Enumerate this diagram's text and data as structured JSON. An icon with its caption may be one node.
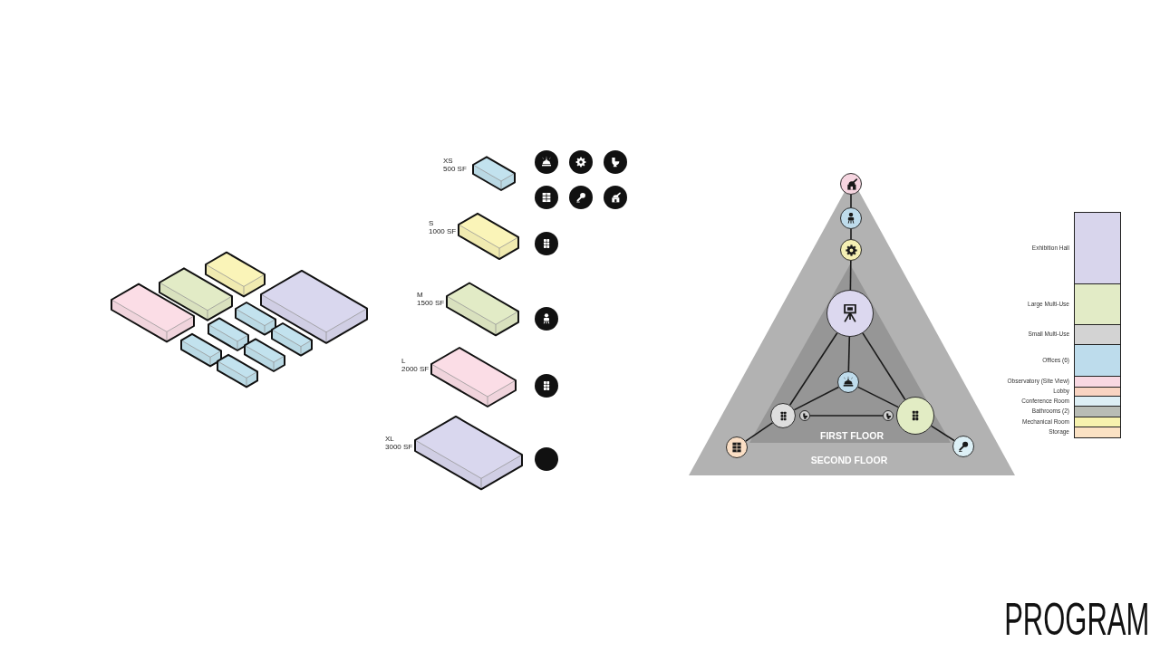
{
  "diagram": {
    "title": "PROGRAM",
    "nodes": [
      {
        "text": [
          "SECOND FLOOR"
        ]
      },
      {
        "text": [
          "FIRST FLOOR"
        ],
        "in": 0
      },
      {
        "text": [],
        "shape": "circle"
      },
      {
        "text": [],
        "shape": "circle",
        "in": 0
      },
      {
        "text": [],
        "shape": "circle",
        "in": 0
      },
      {
        "text": [],
        "shape": "circle",
        "in": 1
      },
      {
        "text": [],
        "shape": "circle",
        "in": 1
      },
      {
        "text": [],
        "shape": "circle",
        "in": 1
      },
      {
        "text": [],
        "shape": "circle",
        "in": 1
      },
      {
        "text": [],
        "shape": "circle",
        "in": 1
      },
      {
        "text": [],
        "shape": "circle",
        "in": 1
      },
      {
        "text": [],
        "shape": "circle",
        "in": 0
      },
      {
        "text": [],
        "shape": "circle",
        "in": 0
      }
    ],
    "edges": [
      {
        "from": 2,
        "to": 3,
        "arrow": "none"
      },
      {
        "from": 3,
        "to": 4,
        "arrow": "none"
      },
      {
        "from": 4,
        "to": 5,
        "arrow": "none"
      },
      {
        "from": 5,
        "to": 6,
        "arrow": "none"
      },
      {
        "from": 5,
        "to": 7,
        "arrow": "none"
      },
      {
        "from": 5,
        "to": 10,
        "arrow": "none"
      },
      {
        "from": 6,
        "to": 7,
        "arrow": "none"
      },
      {
        "from": 6,
        "to": 10,
        "arrow": "none"
      },
      {
        "from": 8,
        "to": 9,
        "arrow": "none"
      },
      {
        "from": 7,
        "to": 11,
        "arrow": "none"
      },
      {
        "from": 10,
        "to": 12,
        "arrow": "none"
      }
    ],
    "labels": [
      "XS",
      "500 SF",
      "S",
      "1000 SF",
      "M",
      "1500 SF",
      "L",
      "2000 SF",
      "XL",
      "3000 SF"
    ],
    "legend": [
      {
        "text": "Exhibition Hall",
        "color": "#d8d5ec"
      },
      {
        "text": "Large Multi-Use",
        "color": "#e2ebc6"
      },
      {
        "text": "Small Multi-Use",
        "color": "#d3d3d3"
      },
      {
        "text": "Offices (6)",
        "color": "#bddcec"
      },
      {
        "text": "Observatory (Site View)",
        "color": "#f8d8e2"
      },
      {
        "text": "Lobby",
        "color": "#f8d4c2"
      },
      {
        "text": "Conference Room",
        "color": "#ddeff5"
      },
      {
        "text": "Bathrooms (2)",
        "color": "#b8bcb5"
      },
      {
        "text": "Mechanical Room",
        "color": "#f7f2ae"
      },
      {
        "text": "Storage",
        "color": "#fbe2c4"
      }
    ]
  }
}
